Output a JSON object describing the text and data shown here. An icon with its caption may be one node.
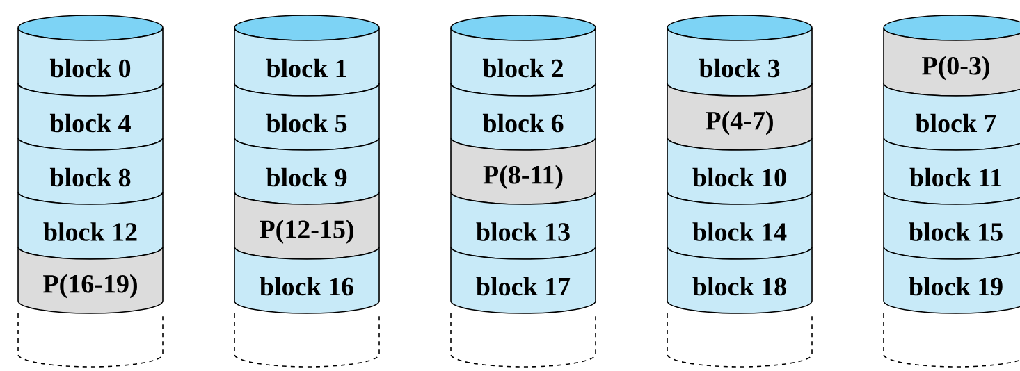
{
  "diagram": {
    "nodes": [
      {
        "text": [],
        "shape": "cylinder"
      },
      {
        "text": [
          "block 0"
        ],
        "in": 0
      },
      {
        "text": [
          "block 4"
        ],
        "in": 0
      },
      {
        "text": [
          "block 8"
        ],
        "in": 0
      },
      {
        "text": [
          "block 12"
        ],
        "in": 0
      },
      {
        "text": [
          "P(16-19)"
        ],
        "in": 0
      },
      {
        "text": [],
        "shape": "cylinder"
      },
      {
        "text": [
          "block 1"
        ],
        "in": 6
      },
      {
        "text": [
          "block 5"
        ],
        "in": 6
      },
      {
        "text": [
          "block 9"
        ],
        "in": 6
      },
      {
        "text": [
          "P(12-15)"
        ],
        "in": 6
      },
      {
        "text": [
          "block 16"
        ],
        "in": 6
      },
      {
        "text": [],
        "shape": "cylinder"
      },
      {
        "text": [
          "block 2"
        ],
        "in": 12
      },
      {
        "text": [
          "block 6"
        ],
        "in": 12
      },
      {
        "text": [
          "P(8-11)"
        ],
        "in": 12
      },
      {
        "text": [
          "block 13"
        ],
        "in": 12
      },
      {
        "text": [
          "block 17"
        ],
        "in": 12
      },
      {
        "text": [],
        "shape": "cylinder"
      },
      {
        "text": [
          "block 3"
        ],
        "in": 18
      },
      {
        "text": [
          "P(4-7)"
        ],
        "in": 18
      },
      {
        "text": [
          "block 10"
        ],
        "in": 18
      },
      {
        "text": [
          "block 14"
        ],
        "in": 18
      },
      {
        "text": [
          "block 18"
        ],
        "in": 18
      },
      {
        "text": [],
        "shape": "cylinder"
      },
      {
        "text": [
          "P(0-3)"
        ],
        "in": 24
      },
      {
        "text": [
          "block 7"
        ],
        "in": 24
      },
      {
        "text": [
          "block 11"
        ],
        "in": 24
      },
      {
        "text": [
          "block 15"
        ],
        "in": 24
      },
      {
        "text": [
          "block 19"
        ],
        "in": 24
      }
    ]
  }
}
